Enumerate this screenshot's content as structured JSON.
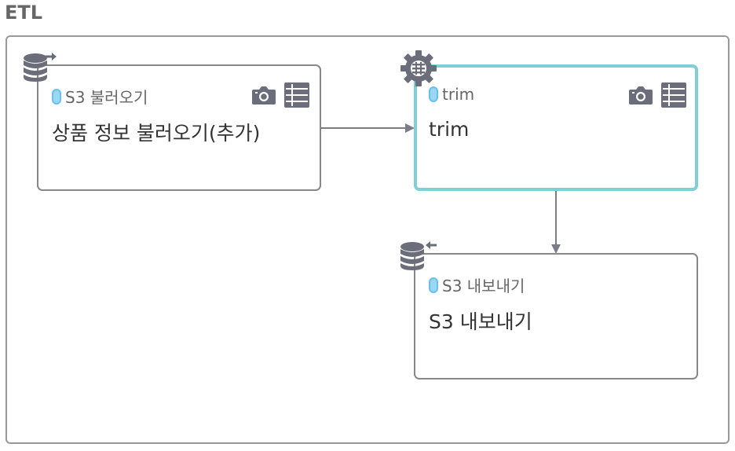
{
  "group": {
    "title": "ETL"
  },
  "nodes": [
    {
      "type_label": "S3 불러오기",
      "title": "상품 정보 불러오기(추가)",
      "icon": "database-import-icon",
      "selected": false
    },
    {
      "type_label": "trim",
      "title": "trim",
      "icon": "gear-icon",
      "selected": true
    },
    {
      "type_label": "S3 내보내기",
      "title": "S3 내보내기",
      "icon": "database-export-icon",
      "selected": false
    }
  ],
  "tool_icons": [
    "camera-icon",
    "list-icon"
  ],
  "colors": {
    "node_border": "#888888",
    "selected_border": "#7fcfd6",
    "pill_fill": "#9ad7f2",
    "icon": "#6b6e7a",
    "connector": "#7a7d88"
  }
}
